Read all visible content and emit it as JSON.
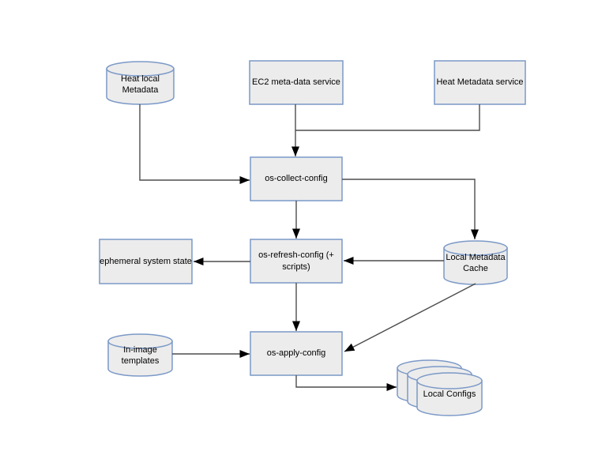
{
  "diagram": {
    "colors": {
      "background": "#ffffff",
      "node_fill": "#ececec",
      "node_border": "#7b99c7",
      "connector": "#4d4d4d",
      "arrowhead": "#000000",
      "text": "#000000"
    },
    "nodes": {
      "heat_local_metadata": {
        "label": "Heat local Metadata",
        "shape": "cylinder"
      },
      "ec2_metadata_service": {
        "label": "EC2 meta-data service",
        "shape": "rectangle"
      },
      "heat_metadata_service": {
        "label": "Heat Metadata service",
        "shape": "rectangle"
      },
      "os_collect_config": {
        "label": "os-collect-config",
        "shape": "rectangle"
      },
      "os_refresh_config": {
        "label": "os-refresh-config (+ scripts)",
        "shape": "rectangle"
      },
      "ephemeral_system_state": {
        "label": "ephemeral system state",
        "shape": "rectangle"
      },
      "local_metadata_cache": {
        "label": "Local Metadata Cache",
        "shape": "cylinder"
      },
      "in_image_templates": {
        "label": "In-image templates",
        "shape": "cylinder"
      },
      "os_apply_config": {
        "label": "os-apply-config",
        "shape": "rectangle"
      },
      "local_configs": {
        "label": "Local Configs",
        "shape": "cylinder-stack"
      }
    },
    "edges": [
      {
        "from": "heat-local-metadata",
        "to": "os-collect-config",
        "arrow": true
      },
      {
        "from": "ec2-metadata-service",
        "to": "os-collect-config",
        "arrow": true
      },
      {
        "from": "heat-metadata-service",
        "to": "os-collect-config",
        "arrow": true,
        "note": "merges into ec2 line"
      },
      {
        "from": "os-collect-config",
        "to": "os-refresh-config",
        "arrow": true
      },
      {
        "from": "os-collect-config",
        "to": "local-metadata-cache",
        "arrow": true
      },
      {
        "from": "local-metadata-cache",
        "to": "os-refresh-config",
        "arrow": true
      },
      {
        "from": "os-refresh-config",
        "to": "ephemeral-system-state",
        "arrow": true
      },
      {
        "from": "os-refresh-config",
        "to": "os-apply-config",
        "arrow": true
      },
      {
        "from": "local-metadata-cache",
        "to": "os-apply-config",
        "arrow": true
      },
      {
        "from": "in-image-templates",
        "to": "os-apply-config",
        "arrow": true
      },
      {
        "from": "os-apply-config",
        "to": "local-configs",
        "arrow": true
      }
    ]
  }
}
